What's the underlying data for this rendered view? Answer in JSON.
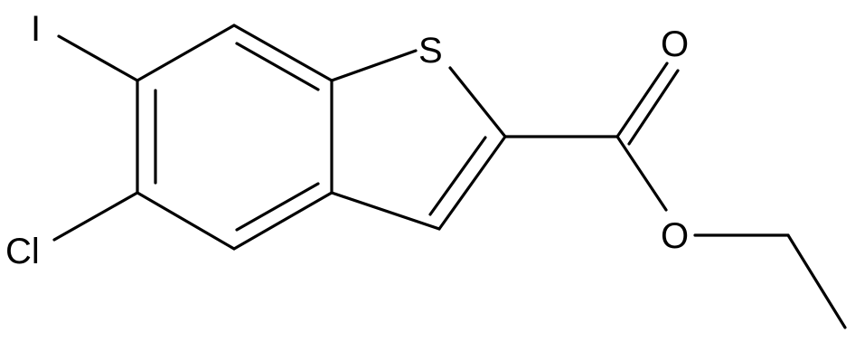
{
  "molecule": {
    "atoms": {
      "iodine": "I",
      "chlorine": "Cl",
      "sulfur": "S",
      "carbonyl_oxygen": "O",
      "ester_oxygen": "O"
    },
    "bond_color": "#000000"
  }
}
